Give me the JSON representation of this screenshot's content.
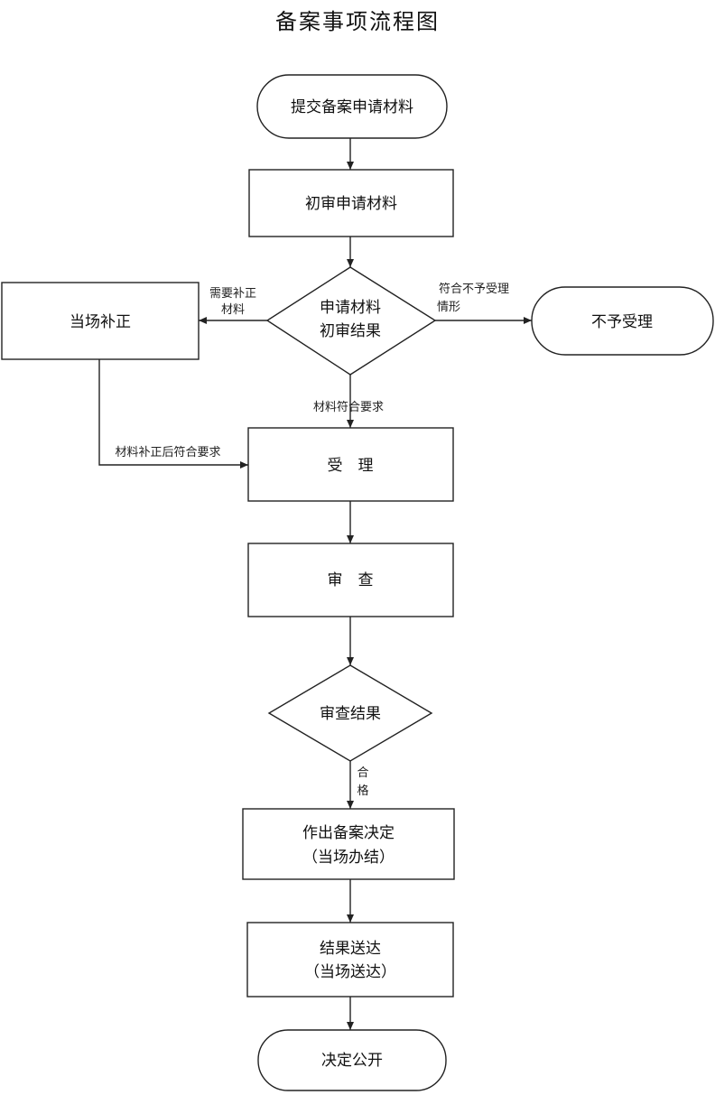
{
  "title": "备案事项流程图",
  "nodes": {
    "submit": "提交备案申请材料",
    "initial_review": "初审申请材料",
    "decision_1": [
      "申请材料",
      "初审结果"
    ],
    "correction": "当场补正",
    "reject": "不予受理",
    "accept": "受　理",
    "review": "审　查",
    "decision_2": "审查结果",
    "decide": [
      "作出备案决定",
      "（当场办结）"
    ],
    "deliver": [
      "结果送达",
      "（当场送达）"
    ],
    "publish": "决定公开"
  },
  "edges": {
    "need_correction": [
      "需要补正",
      "材料"
    ],
    "reject_case": [
      "符合不予受理",
      "情形"
    ],
    "meets_requirements": "材料符合要求",
    "after_correction": "材料补正后符合要求",
    "qualified": [
      "合",
      "格"
    ]
  }
}
